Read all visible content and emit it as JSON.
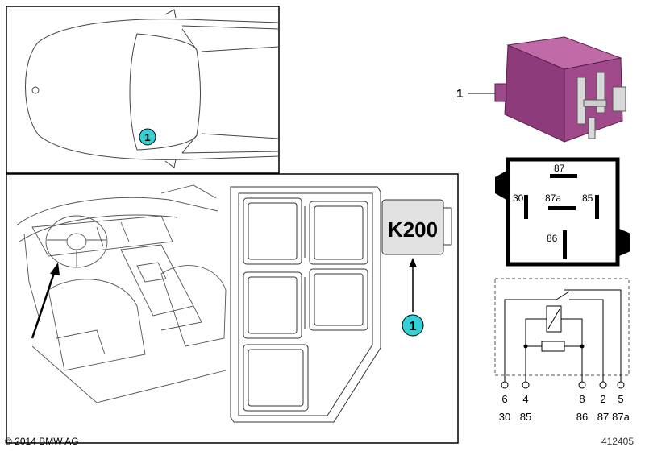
{
  "callouts": {
    "top_marker": "1",
    "fuse_marker": "1",
    "relay_label": "1"
  },
  "fusebox": {
    "relay_slot_label": "K200"
  },
  "pin_diagram": {
    "pins": {
      "top": "87",
      "left": "30",
      "middle": "87a",
      "right": "85",
      "bottom": "86"
    }
  },
  "schematic": {
    "terminals": [
      {
        "number": "6",
        "name": "30"
      },
      {
        "number": "4",
        "name": "85"
      },
      {
        "number": "8",
        "name": "86"
      },
      {
        "number": "2",
        "name": "87"
      },
      {
        "number": "5",
        "name": "87a"
      }
    ]
  },
  "footer": {
    "copyright": "© 2014 BMW AG",
    "doc_number": "412405"
  },
  "colors": {
    "relay_body": "#a04a8c",
    "callout_fill": "#35d0d6",
    "line": "#000000"
  }
}
